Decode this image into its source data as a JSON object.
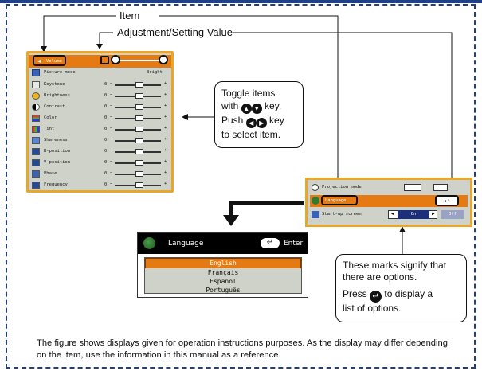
{
  "callouts": {
    "item": "Item",
    "value": "Adjustment/Setting Value"
  },
  "menu": {
    "volume_label": "Volume",
    "rows": [
      {
        "label": "Picture mode",
        "value": "Bright",
        "icon": "picture-mode-icon"
      },
      {
        "label": "Keystone",
        "value": "0",
        "icon": "keystone-icon"
      },
      {
        "label": "Brightness",
        "value": "0",
        "icon": "brightness-icon"
      },
      {
        "label": "Contrast",
        "value": "0",
        "icon": "contrast-icon"
      },
      {
        "label": "Color",
        "value": "0",
        "icon": "color-icon"
      },
      {
        "label": "Tint",
        "value": "0",
        "icon": "tint-icon"
      },
      {
        "label": "Shareness",
        "value": "0",
        "icon": "sharpness-icon"
      },
      {
        "label": "H-position",
        "value": "0",
        "icon": "h-position-icon"
      },
      {
        "label": "V-position",
        "value": "0",
        "icon": "v-position-icon"
      },
      {
        "label": "Phase",
        "value": "0",
        "icon": "phase-icon"
      },
      {
        "label": "Frequency",
        "value": "0",
        "icon": "frequency-icon"
      }
    ],
    "minus": "−",
    "plus": "+"
  },
  "toggle_note": {
    "line1": "Toggle items",
    "line2_pre": "with",
    "line2_post": "key.",
    "line3_pre": "Push",
    "line3_post": "key",
    "line4": "to select item."
  },
  "lang_panel": {
    "row1": "Projection mode",
    "row2": "Language",
    "row3": "Start-up screen",
    "on": "On",
    "off": "Off"
  },
  "lang_dropdown": {
    "title": "Language",
    "enter": "Enter",
    "options": [
      "English",
      "Français",
      "Español",
      "Português"
    ],
    "selected": "English"
  },
  "options_note": {
    "line1": "These marks signify that",
    "line2": "there are options.",
    "line3_pre": "Press",
    "line3_post": "to display a",
    "line4": "list of options."
  },
  "footer": {
    "text": "The figure shows displays given for operation instructions purposes. As the display may differ depending on the item, use the information in this manual as a reference."
  },
  "colors": {
    "frame": "#1f3f86",
    "highlight": "#e57a12",
    "menu_bg": "#cfd2c8",
    "border": "#eaa62b"
  }
}
